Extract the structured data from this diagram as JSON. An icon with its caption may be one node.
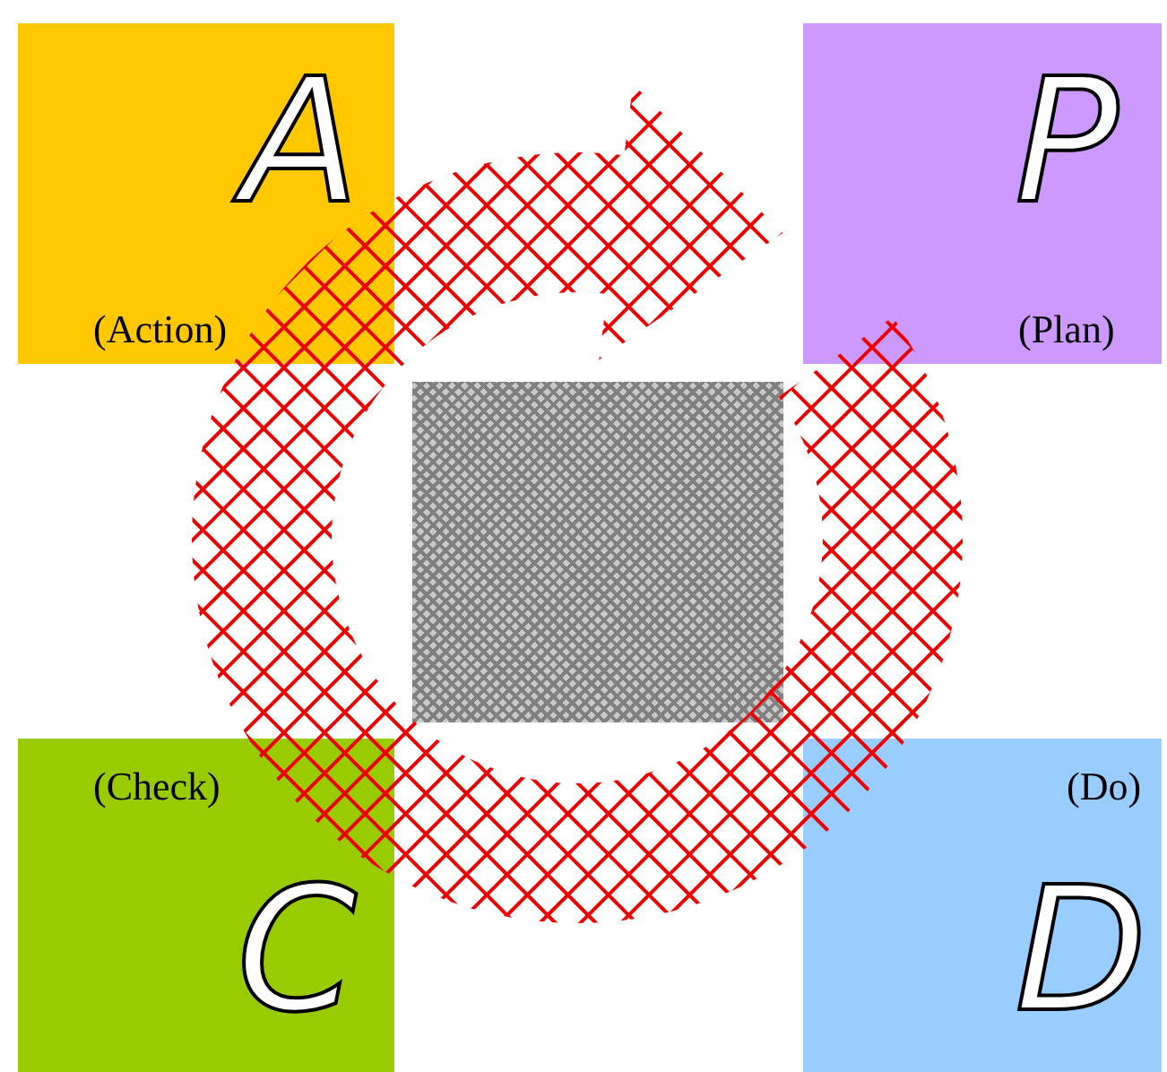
{
  "diagram": {
    "nodes": [
      {
        "text": [
          "A",
          "(Action)"
        ]
      },
      {
        "text": [
          "P",
          "(Plan)"
        ]
      },
      {
        "text": [],
        "shape": "box"
      },
      {
        "text": [
          "(Check)",
          "C"
        ]
      },
      {
        "text": [
          "(Do)",
          "D"
        ]
      }
    ],
    "edges": []
  }
}
